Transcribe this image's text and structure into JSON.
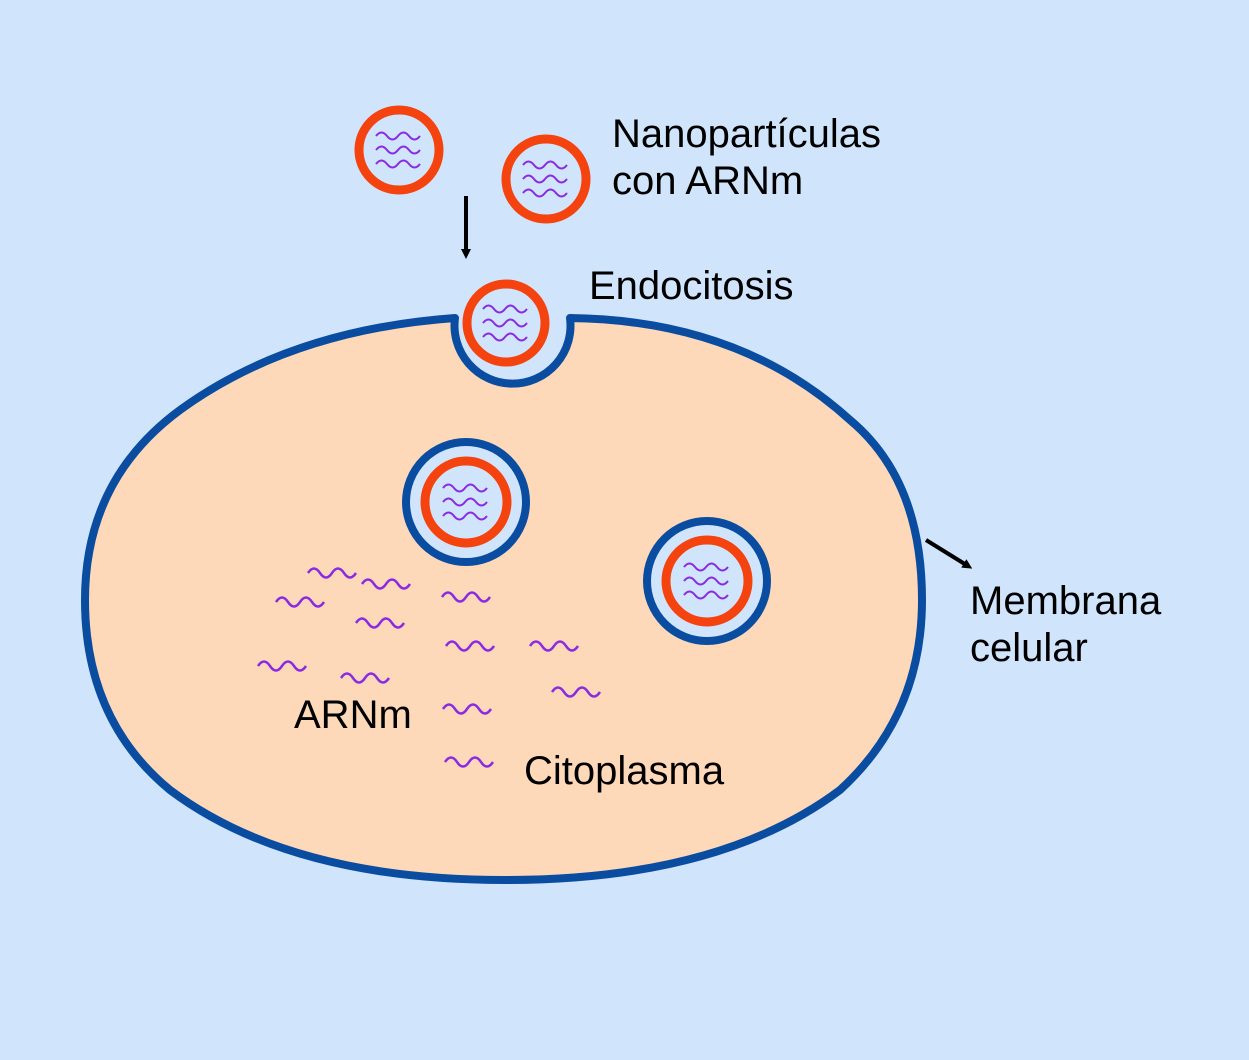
{
  "labels": {
    "nanoparticles_line1": "Nanopartículas",
    "nanoparticles_line2": "con ARNm",
    "endocytosis": "Endocitosis",
    "membrane_line1": "Membrana",
    "membrane_line2": "celular",
    "mrna": "ARNm",
    "cytoplasm": "Citoplasma"
  },
  "colors": {
    "background": "#d0e5fc",
    "cytoplasm": "#fed9b9",
    "membrane": "#0a4da0",
    "nanoparticle_shell": "#f5430f",
    "nanoparticle_core": "#d0e5fc",
    "mrna_strand": "#8a2be2",
    "arrow": "#000000"
  }
}
